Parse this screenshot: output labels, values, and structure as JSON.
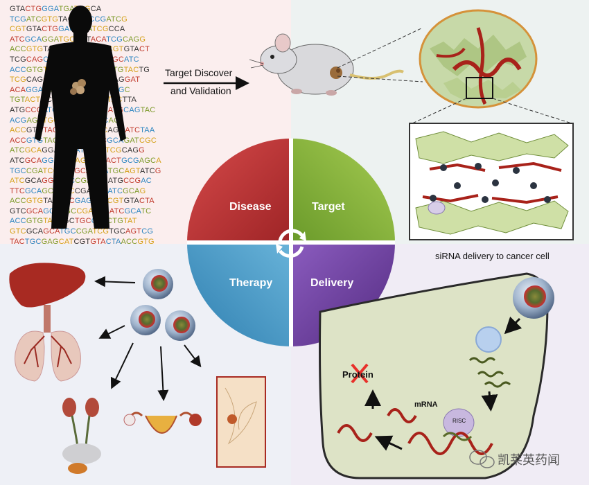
{
  "dna_lines": [
    "GTACTGGGATGATCGCA",
    "TCGATCGTGTACTAGCCGATCG",
    "CGTGTACTGGAGCGATCGCCA",
    "ATCGCAGGATGCAGTACATCGCAGG",
    "ACCGTGTACTGCGAGCATCGTGTACT",
    "TCGCAGCATGCGATCGATCGCATC",
    "ACCGTGTACTGCTGCGATGTGTACTG",
    "TCGCAGCATCCGTGATCGCAGGAT",
    "ACAGGATCGCAGGATGCATCGC",
    "TGTACTGCGAGCATCGTGTACTTA",
    "ATGCCGATCGATCGCAGGATGCAGTAC",
    "ACGAGATGCCGATCGTGCAG",
    "ACCGTGTACTGCGATCGCAGGATCTAA",
    "ACCGTGTACTGCAGCATCGCAGATCGC",
    "ATCGCAGGATGCATCTCATCGCAGG",
    "ATCGCAGGATGCAGTACTACTGCGAGCA",
    "TGCCGATCGATCGCAGGATGCAGTATCG",
    "ATCGCAGGATGCCGATCGATGCCGAC",
    "TTCGCAGCATGCCGATCGATCGCAG",
    "ACCGTGTACTGCGAGCATCGTGTACTA",
    "GTCGCAGGATGCCGATCGATCGCATC",
    "ACCGTGTACTGCTGCGATCTGTAT",
    "GTCGCAGCATGCCGATCGTGCAGTCG",
    "TACTGCGAGCATCGTGTACTAACCGTG"
  ],
  "target_discover": {
    "line1": "Target Discover",
    "line2": "and Validation"
  },
  "quadrants": {
    "disease": "Disease",
    "target": "Target",
    "therapy": "Therapy",
    "delivery": "Delivery"
  },
  "cell": {
    "title": "siRNA delivery to cancer cell",
    "protein_label": "Protein",
    "mrna_label": "mRNA",
    "risc_label": "RISC"
  },
  "watermark": "凯莱英药闻",
  "colors": {
    "disease": "#b83234",
    "target": "#7fae35",
    "therapy": "#3f8fbd",
    "delivery": "#6a3b96",
    "tumor_vessel": "#a8221a",
    "cell_fill": "#dde3c6"
  }
}
